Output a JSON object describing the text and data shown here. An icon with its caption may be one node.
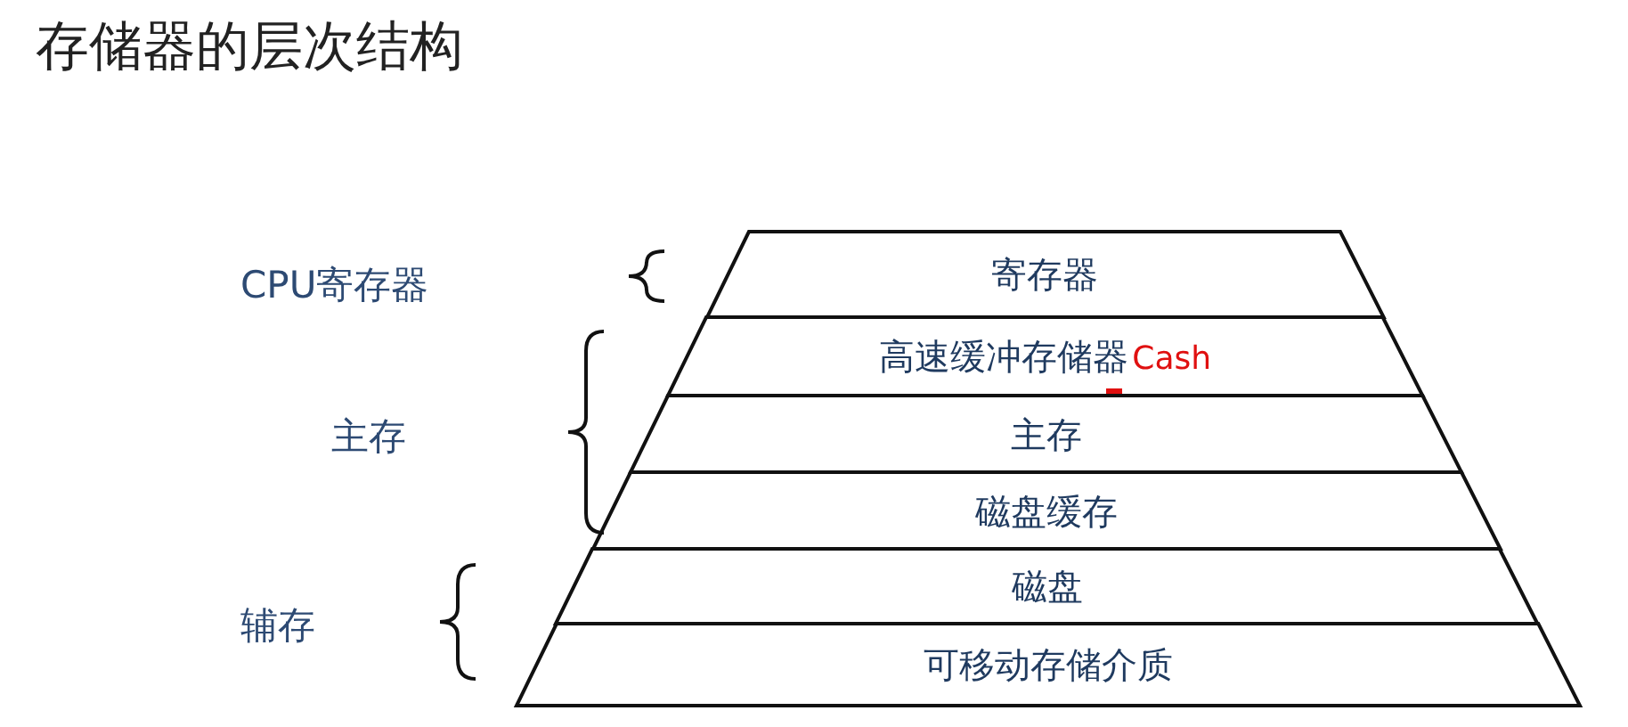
{
  "diagram": {
    "title": "存储器的层次结构",
    "nodes": [
      {
        "text": [
          "寄存器"
        ]
      },
      {
        "text": [
          "高速缓冲存储器",
          "Cash"
        ]
      },
      {
        "text": [
          "主存"
        ]
      },
      {
        "text": [
          "磁盘缓存"
        ]
      },
      {
        "text": [
          "磁盘"
        ]
      },
      {
        "text": [
          "可移动存储介质"
        ]
      }
    ],
    "labels": [
      "CPU寄存器",
      "主存",
      "辅存"
    ]
  }
}
